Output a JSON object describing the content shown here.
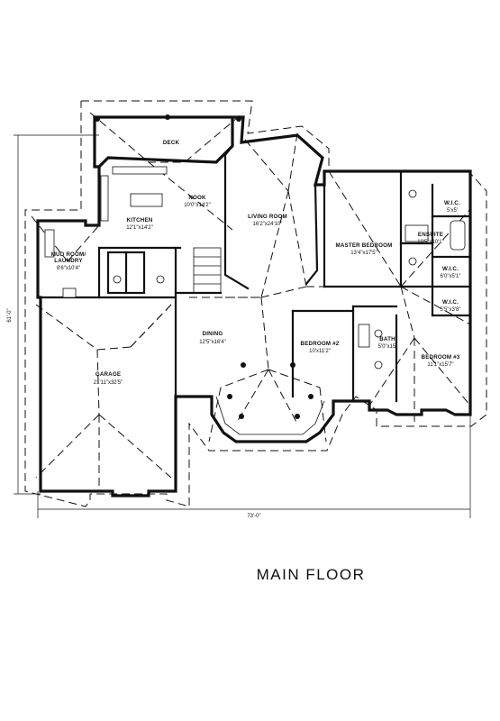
{
  "plan_title": "MAIN FLOOR",
  "dimensions": {
    "overall_width": "73'-0\"",
    "overall_depth": "61'-0\""
  },
  "rooms": {
    "deck": {
      "name": "DECK"
    },
    "nook": {
      "name": "NOOK",
      "size": "10'0\"x14'2\""
    },
    "kitchen": {
      "name": "KITCHEN",
      "size": "12'1\"x14'2\""
    },
    "living_room": {
      "name": "LIVING ROOM",
      "size": "16'2\"x24'10\""
    },
    "master_bedroom": {
      "name": "MASTER BEDROOM",
      "size": "13'4\"x17'5\""
    },
    "wic_1": {
      "name": "W.I.C.",
      "size": "5'x5'"
    },
    "ensuite": {
      "name": "ENSUITE",
      "size": "10'5\"x10'1\""
    },
    "wic_2": {
      "name": "W.I.C.",
      "size": "6'0\"x5'1\""
    },
    "wic_3": {
      "name": "W.I.C.",
      "size": "5'5\"x3'8\""
    },
    "mud_room": {
      "name": "MUD ROOM/",
      "name2": "LAUNDRY",
      "size": "8'6\"x10'4\""
    },
    "garage": {
      "name": "GARAGE",
      "size": "21'11\"x32'5\""
    },
    "dining": {
      "name": "DINING",
      "size": "12'5\"x16'4\""
    },
    "bedroom2": {
      "name": "BEDROOM #2",
      "size": "10'x11'2\""
    },
    "bath": {
      "name": "BATH",
      "size": "5'0\"x15'"
    },
    "bedroom3": {
      "name": "BEDROOM #3",
      "size": "11'1\"x15'7\""
    }
  }
}
